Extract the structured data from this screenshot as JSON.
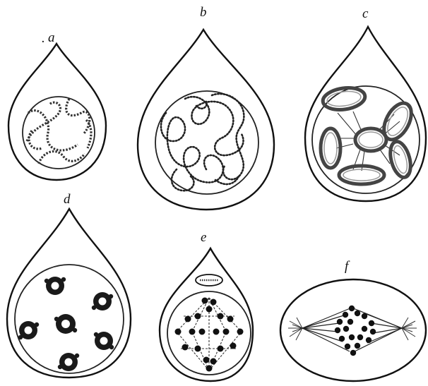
{
  "panels": [
    {
      "id": "a",
      "label": "a"
    },
    {
      "id": "b",
      "label": "b"
    },
    {
      "id": "c",
      "label": "c"
    },
    {
      "id": "d",
      "label": "d"
    },
    {
      "id": "e",
      "label": "e"
    },
    {
      "id": "f",
      "label": "f"
    }
  ]
}
